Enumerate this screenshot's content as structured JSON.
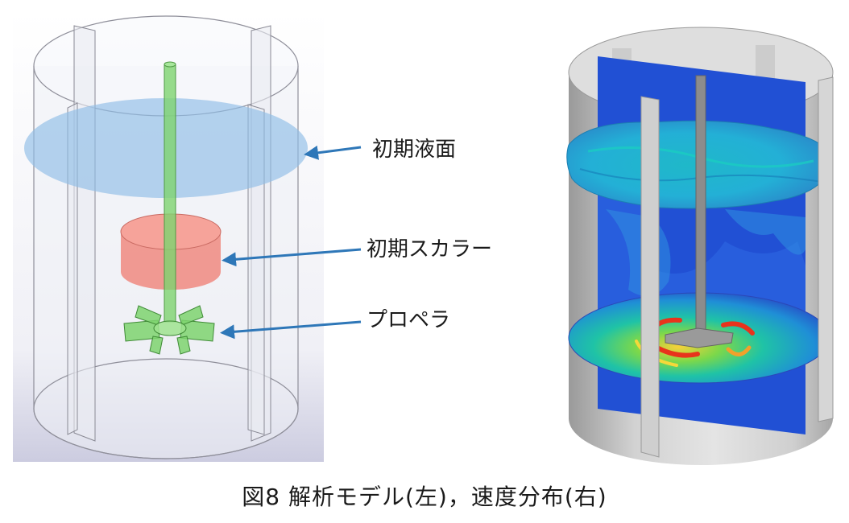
{
  "annotations": {
    "initial_liquid_surface": "初期液面",
    "initial_scalar": "初期スカラー",
    "propeller": "プロペラ"
  },
  "caption": "図8 解析モデル(左)，速度分布(右)",
  "colors": {
    "arrow": "#2e77b8",
    "liquid_surface": "#8fbde6",
    "scalar": "#f08a80",
    "shaft": "#7ed36f",
    "velocity_low": "#1f4fd6",
    "velocity_high": "#e8331c"
  }
}
